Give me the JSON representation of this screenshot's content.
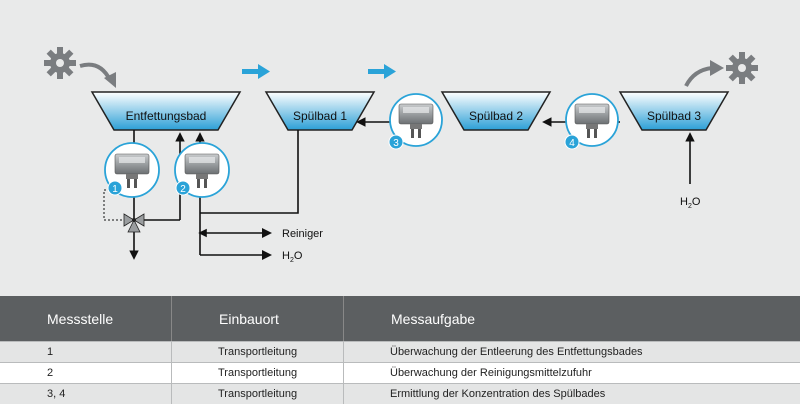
{
  "diagram": {
    "baths": [
      {
        "label": "Entfettungsbad"
      },
      {
        "label": "Spülbad 1"
      },
      {
        "label": "Spülbad 2"
      },
      {
        "label": "Spülbad 3"
      }
    ],
    "sensors": [
      {
        "number": "1"
      },
      {
        "number": "2"
      },
      {
        "number": "3"
      },
      {
        "number": "4"
      }
    ],
    "inputs": {
      "reiniger": "Reiniger",
      "h2o_main": "H",
      "h2o_main_sub": "2",
      "h2o_main_tail": "O",
      "h2o_right": "H",
      "h2o_right_sub": "2",
      "h2o_right_tail": "O"
    },
    "icons": [
      "gear-icon-in",
      "gear-icon-out",
      "flow-arrow-1",
      "flow-arrow-2"
    ],
    "colors": {
      "accent": "#2aa3d8",
      "gear": "#7a7d80",
      "table_header": "#5c5f61"
    }
  },
  "table": {
    "headers": [
      "Messstelle",
      "Einbauort",
      "Messaufgabe"
    ],
    "rows": [
      [
        "1",
        "Transportleitung",
        "Überwachung der Entleerung des Entfettungsbades"
      ],
      [
        "2",
        "Transportleitung",
        "Überwachung der Reinigungsmittelzufuhr"
      ],
      [
        "3, 4",
        "Transportleitung",
        "Ermittlung der Konzentration des Spülbades"
      ]
    ]
  }
}
